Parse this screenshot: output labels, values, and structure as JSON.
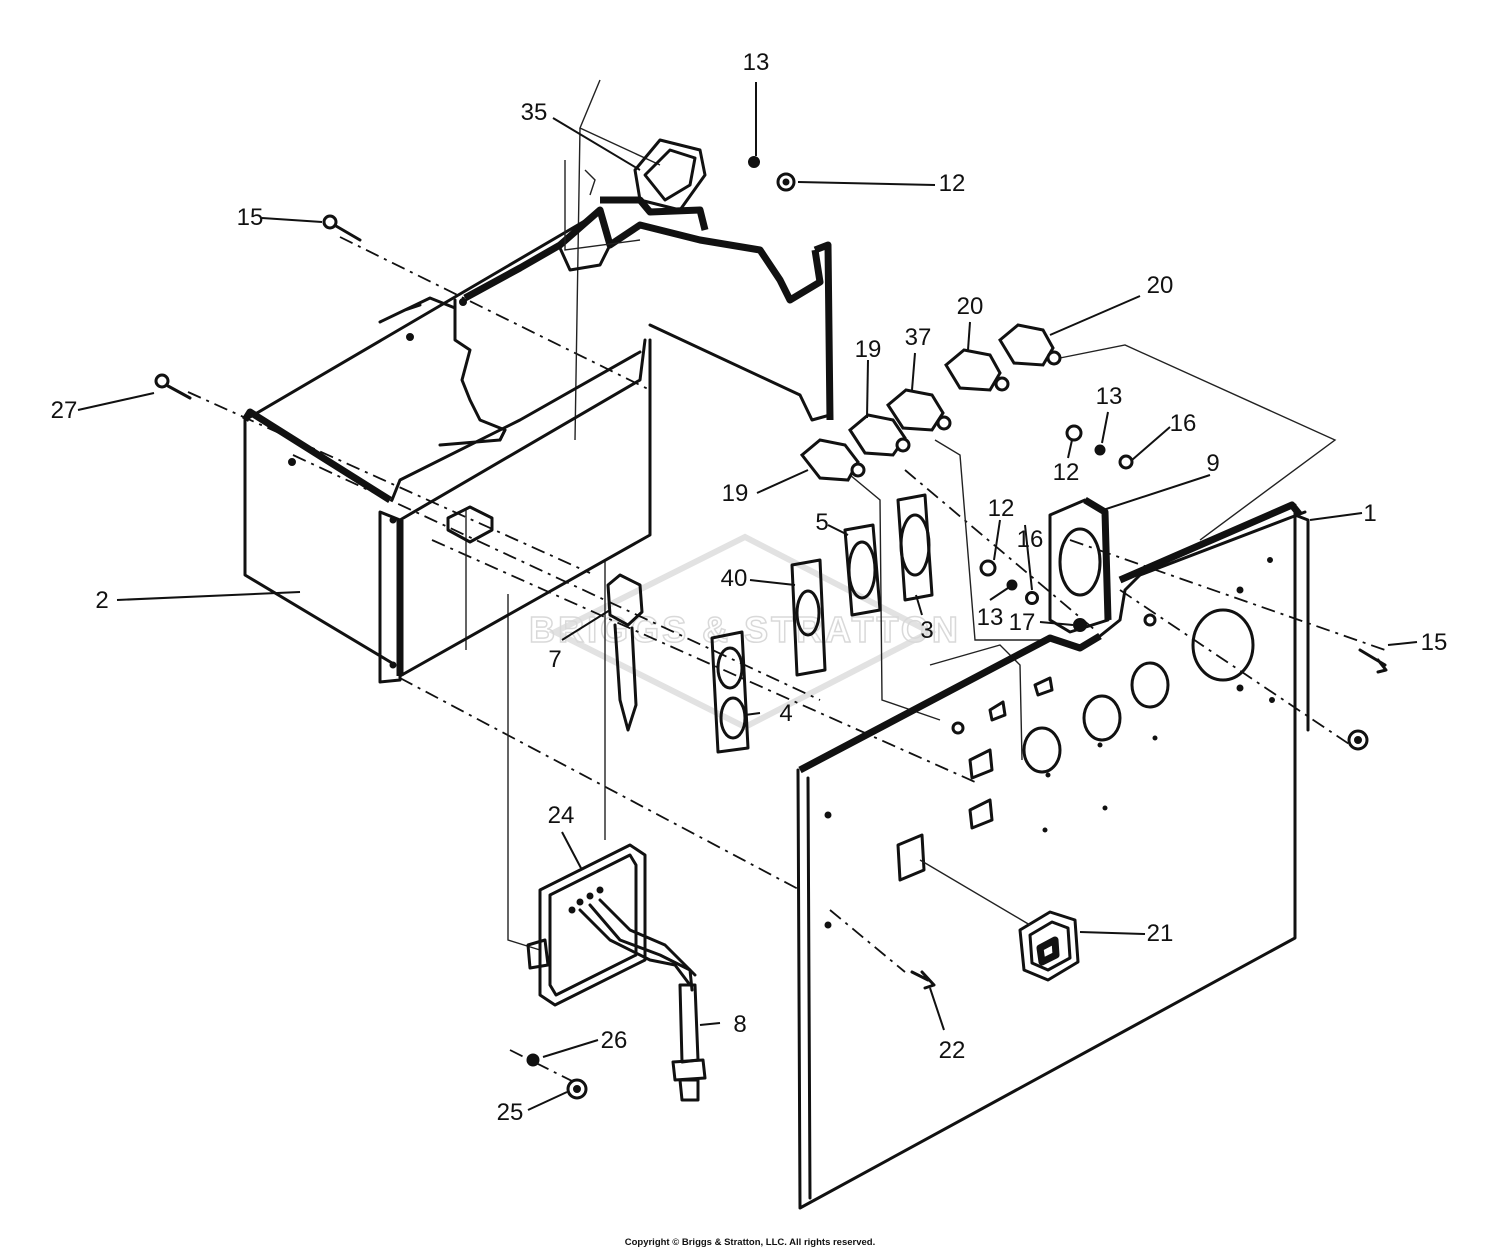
{
  "diagram": {
    "watermark": "BRIGGS & STRATTON",
    "callouts": [
      "13",
      "35",
      "12",
      "15",
      "20",
      "20",
      "37",
      "19",
      "13",
      "16",
      "27",
      "12",
      "9",
      "19",
      "12",
      "16",
      "1",
      "5",
      "40",
      "3",
      "17",
      "13",
      "15",
      "2",
      "7",
      "4",
      "24",
      "21",
      "8",
      "26",
      "22",
      "25"
    ],
    "copyright": "Copyright © Briggs & Stratton, LLC. All rights reserved."
  }
}
